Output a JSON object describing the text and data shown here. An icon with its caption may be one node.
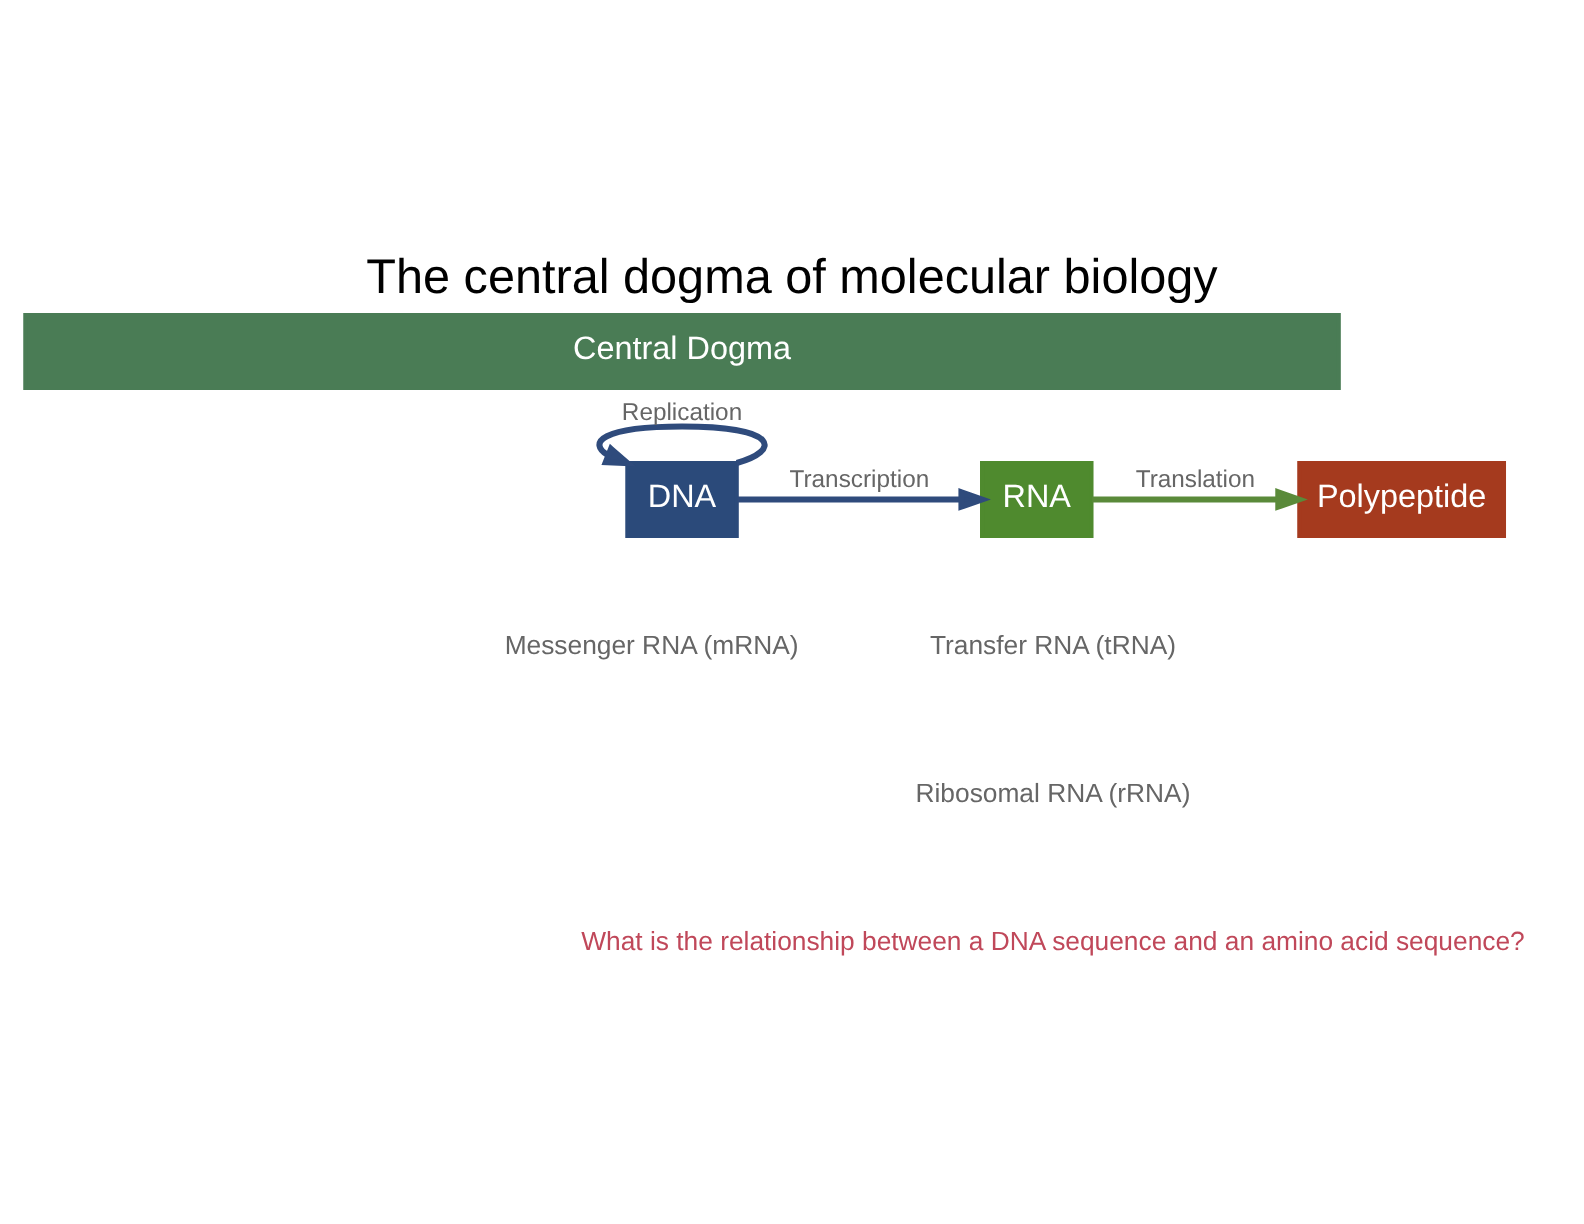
{
  "diagram": {
    "title": "The central dogma of molecular biology",
    "nodes": [
      {
        "text": [
          "Central Dogma"
        ]
      },
      {
        "text": [
          "DNA"
        ]
      },
      {
        "text": [
          "RNA"
        ]
      },
      {
        "text": [
          "Polypeptide"
        ]
      }
    ],
    "edges": [
      {
        "from": 1,
        "to": 1,
        "arrow": "to",
        "label": "Replication"
      },
      {
        "from": 1,
        "to": 2,
        "arrow": "to",
        "label": "Transcription"
      },
      {
        "from": 2,
        "to": 3,
        "arrow": "to",
        "label": "Translation",
        "color": "#5a8a3a"
      }
    ],
    "labels": [
      "Messenger RNA (mRNA)",
      "Transfer RNA (tRNA)",
      "Ribosomal RNA (rRNA)",
      "What is the relationship between a DNA sequence and an amino acid sequence?"
    ]
  }
}
